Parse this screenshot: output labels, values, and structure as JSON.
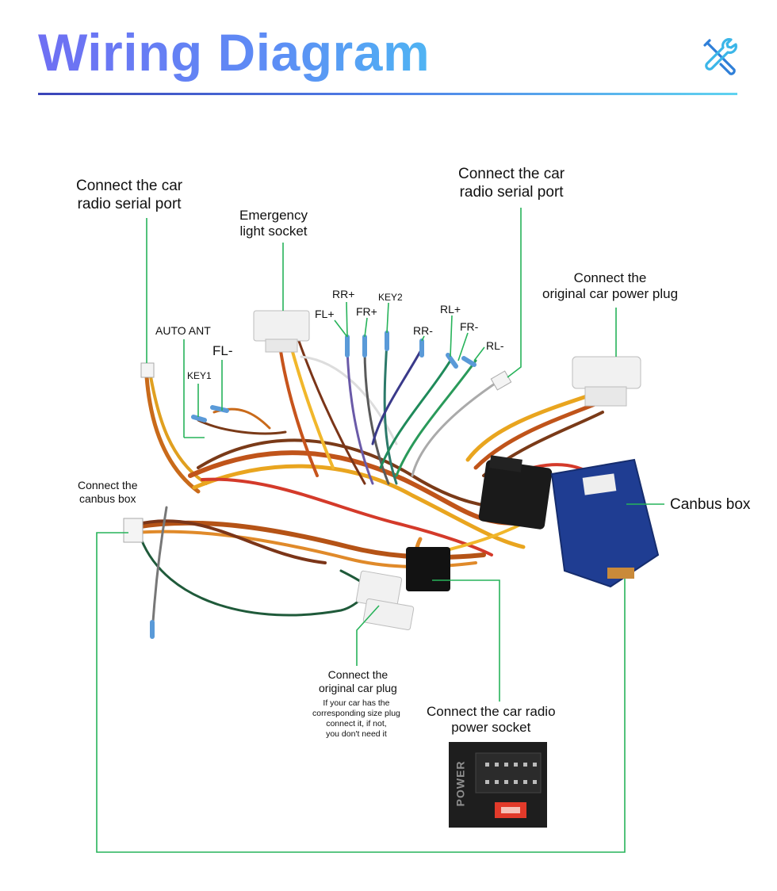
{
  "header": {
    "title": "Wiring Diagram",
    "icon": "tools-icon"
  },
  "colors": {
    "callout_line": "#27b35a",
    "box_blue": "#1f3d92",
    "plug_white": "#f1f1f1"
  },
  "labels": {
    "serial_left_1": "Connect the car",
    "serial_left_2": "radio  serial port",
    "emergency_1": "Emergency",
    "emergency_2": "light socket",
    "serial_right_1": "Connect the car",
    "serial_right_2": "radio  serial port",
    "orig_power_1": "Connect the",
    "orig_power_2": "original car power plug",
    "auto_ant": "AUTO ANT",
    "fl_minus": "FL-",
    "key1": "KEY1",
    "rr_plus": "RR+",
    "key2": "KEY2",
    "fl_plus": "FL+",
    "fr_plus": "FR+",
    "rl_plus": "RL+",
    "rr_minus": "RR-",
    "fr_minus": "FR-",
    "rl_minus": "RL-",
    "canbus_connect_1": "Connect the",
    "canbus_connect_2": "canbus box",
    "canbus_box": "Canbus box",
    "orig_plug_1": "Connect the",
    "orig_plug_2": "original car plug",
    "orig_plug_note_1": "If your car has the",
    "orig_plug_note_2": "corresponding size plug",
    "orig_plug_note_3": "connect it, if not,",
    "orig_plug_note_4": "you don't need it",
    "radio_power_1": "Connect the car radio",
    "radio_power_2": "power socket",
    "power_text": "POWER"
  }
}
